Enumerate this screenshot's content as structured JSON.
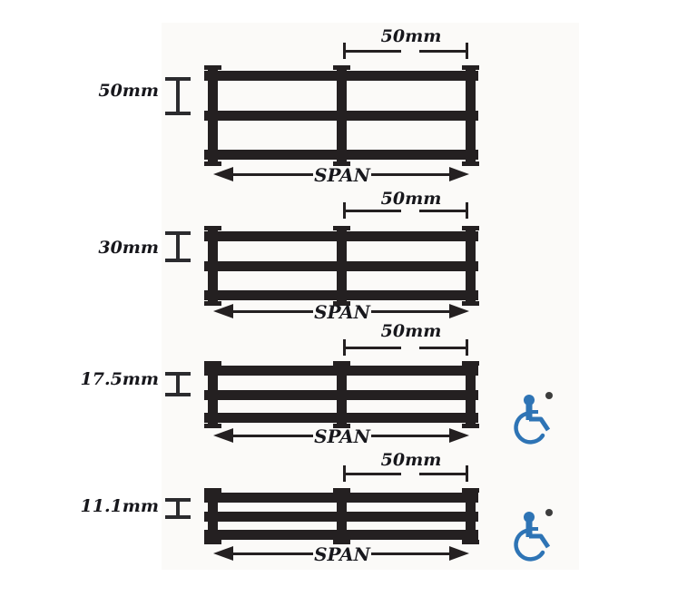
{
  "figure": {
    "rows": [
      {
        "aperture_label": "50mm",
        "top_dimension_label": "50mm",
        "span_label": "SPAN",
        "accessible_icon": false
      },
      {
        "aperture_label": "30mm",
        "top_dimension_label": "50mm",
        "span_label": "SPAN",
        "accessible_icon": false
      },
      {
        "aperture_label": "17.5mm",
        "top_dimension_label": "50mm",
        "span_label": "SPAN",
        "accessible_icon": true
      },
      {
        "aperture_label": "11.1mm",
        "top_dimension_label": "50mm",
        "span_label": "SPAN",
        "accessible_icon": true
      }
    ],
    "icons": {
      "wheelchair": "wheelchair-accessibility-icon",
      "marker": "asterisk-marker-icon"
    },
    "colors": {
      "ink": "#242021",
      "accessible_blue": "#2e74b5",
      "marker_dark": "#3d3d3d",
      "background": "#ffffff",
      "panel": "#fbfaf8"
    }
  }
}
